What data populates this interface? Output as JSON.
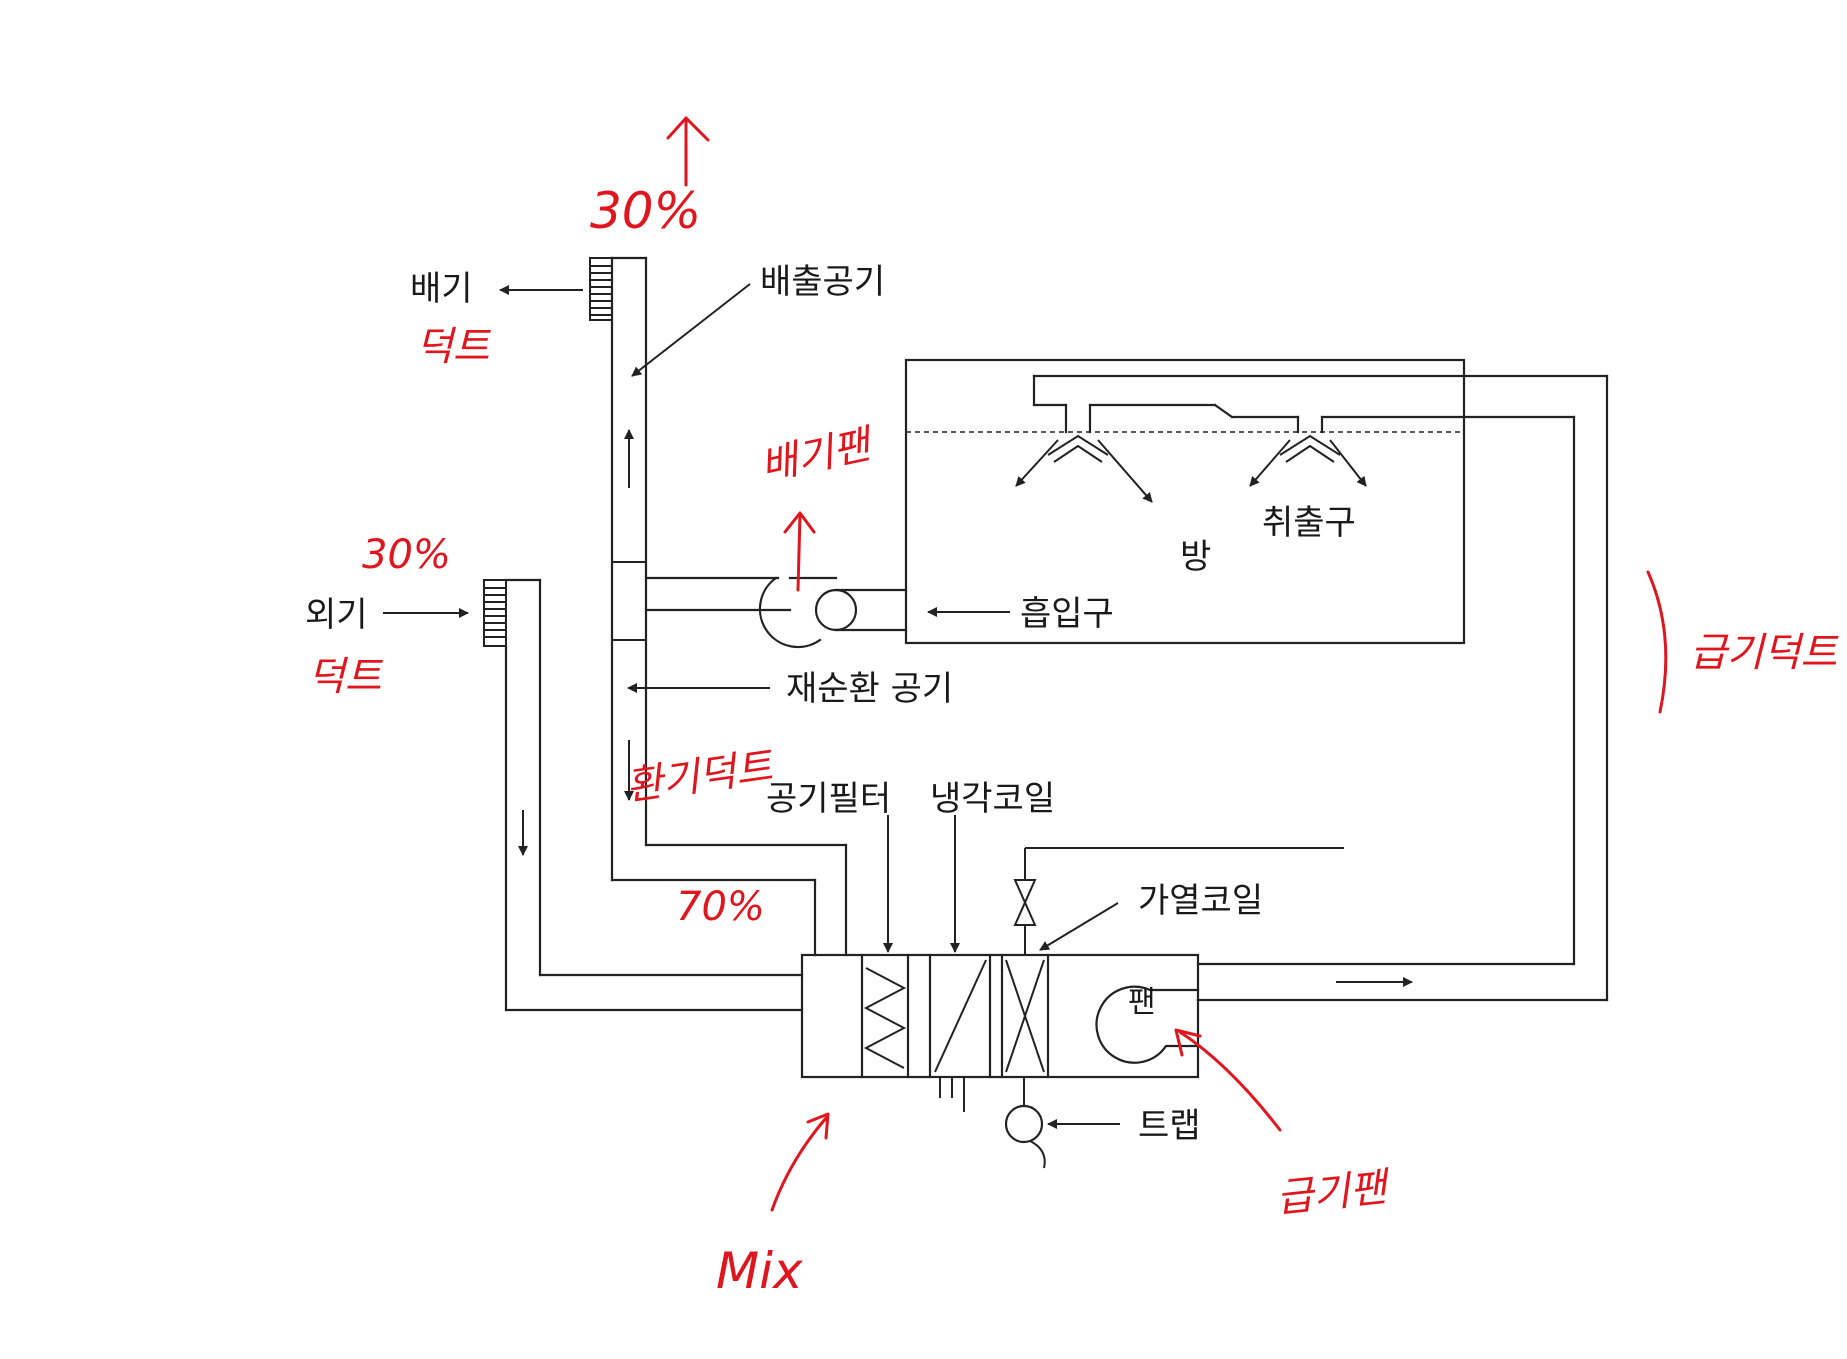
{
  "labels": {
    "exhaust": "배기",
    "exhaust_air": "배출공기",
    "outdoor_air": "외기",
    "room": "방",
    "diffuser": "취출구",
    "intake": "흡입구",
    "recirculated_air": "재순환 공기",
    "air_filter": "공기필터",
    "cooling_coil": "냉각코일",
    "heating_coil": "가열코일",
    "fan": "팬",
    "trap": "트랩"
  },
  "annotations": {
    "exhaust_pct": "30%",
    "outdoor_pct": "30%",
    "return_pct": "70%",
    "exhaust_duct": "덕트",
    "outdoor_duct": "덕트",
    "exhaust_fan": "배기팬",
    "return_duct": "환기덕트",
    "supply_duct": "급기덕트",
    "supply_fan": "급기팬",
    "mix": "Mix"
  },
  "colors": {
    "line": "#222222",
    "annotation": "#e0161e",
    "background": "#ffffff"
  }
}
